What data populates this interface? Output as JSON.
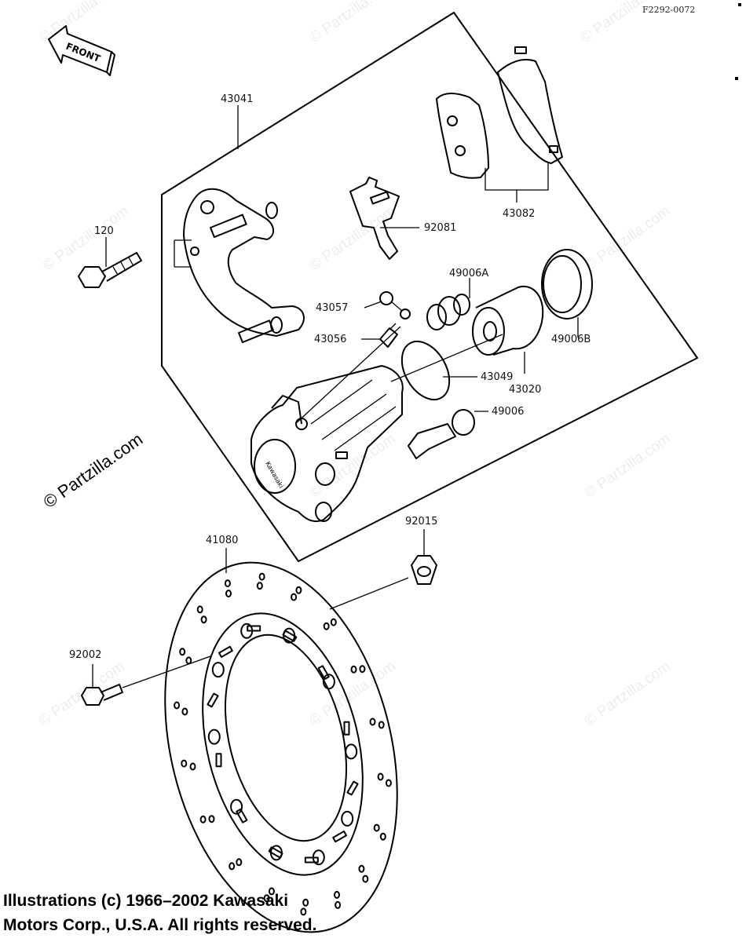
{
  "diagram": {
    "drawing_code": "F2292-0072",
    "orientation_label": "FRONT",
    "watermark": "© Partzilla.com",
    "brand_mark": "Kawasaki",
    "copyright_lines": [
      "Illustrations (c) 1966–2002 Kawasaki",
      "Motors Corp., U.S.A.  All rights reserved."
    ],
    "parts": [
      {
        "id": "43041",
        "name": "caliper-assembly-bracket"
      },
      {
        "id": "120",
        "name": "bolt"
      },
      {
        "id": "92081",
        "name": "pad-spring"
      },
      {
        "id": "43082",
        "name": "brake-pads"
      },
      {
        "id": "49006A",
        "name": "boot"
      },
      {
        "id": "43057",
        "name": "bleeder-cap"
      },
      {
        "id": "43056",
        "name": "bleeder-valve"
      },
      {
        "id": "49006B",
        "name": "dust-seal"
      },
      {
        "id": "43049",
        "name": "piston-seal"
      },
      {
        "id": "43020",
        "name": "piston"
      },
      {
        "id": "49006",
        "name": "caliper-pin-boot"
      },
      {
        "id": "41080",
        "name": "brake-disc"
      },
      {
        "id": "92015",
        "name": "nut"
      },
      {
        "id": "92002",
        "name": "disc-bolt"
      }
    ]
  }
}
